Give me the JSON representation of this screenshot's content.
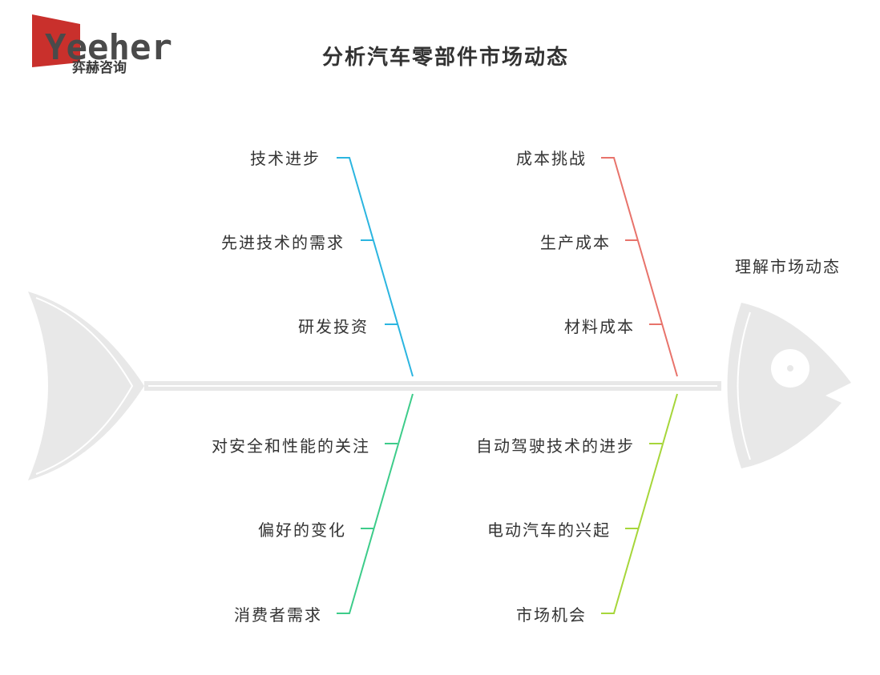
{
  "logo": {
    "word": "Yeeher",
    "subtitle": "弈赫咨询",
    "color": "#c9302c"
  },
  "title": "分析汽车零部件市场动态",
  "head_label": "理解市场动态",
  "branches": {
    "top_left": {
      "color": "#2bb5e0",
      "items": [
        "技术进步",
        "先进技术的需求",
        "研发投资"
      ]
    },
    "top_right": {
      "color": "#e8736b",
      "items": [
        "成本挑战",
        "生产成本",
        "材料成本"
      ]
    },
    "bottom_left": {
      "color": "#3dcc8a",
      "items": [
        "对安全和性能的关注",
        "偏好的变化",
        "消费者需求"
      ]
    },
    "bottom_right": {
      "color": "#a6d63a",
      "items": [
        "自动驾驶技术的进步",
        "电动汽车的兴起",
        "市场机会"
      ]
    }
  },
  "fish_color": "#e8e8e8"
}
